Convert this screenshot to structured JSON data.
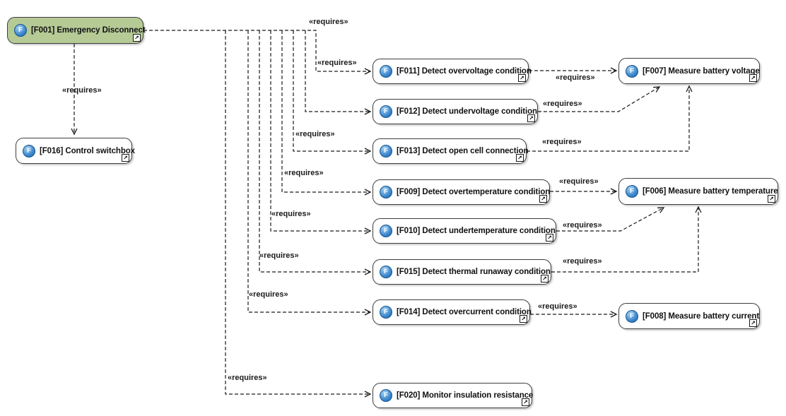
{
  "colors": {
    "canvas": "#ffffff",
    "node_fill": "#ffffff",
    "root_node_fill": "#b6ca96",
    "node_border": "#3d3d3d",
    "function_icon_blue": "#2f77c2",
    "wire": "#1a1a1a"
  },
  "icons": {
    "function_badge": "F",
    "navigate": "↗"
  },
  "nodes": {
    "F001": "[F001] Emergency Disconnect",
    "F016": "[F016] Control switchbox",
    "F011": "[F011] Detect overvoltage condition",
    "F012": "[F012] Detect undervoltage condition",
    "F013": "[F013] Detect open cell connection",
    "F009": "[F009] Detect overtemperature condition",
    "F010": "[F010] Detect undertemperature condition",
    "F015": "[F015] Detect thermal runaway condition",
    "F014": "[F014] Detect overcurrent condition",
    "F020": "[F020] Monitor insulation resistance",
    "F007": "[F007] Measure battery voltage",
    "F006": "[F006] Measure battery temperature",
    "F008": "[F008] Measure battery current"
  },
  "edges": [
    {
      "from": "F001",
      "to": "F016",
      "label": "«requires»"
    },
    {
      "from": "F001",
      "to": "F011",
      "label": "«requires»"
    },
    {
      "from": "F001",
      "to": "F012",
      "label": "«requires»"
    },
    {
      "from": "F001",
      "to": "F013",
      "label": "«requires»"
    },
    {
      "from": "F001",
      "to": "F009",
      "label": "«requires»"
    },
    {
      "from": "F001",
      "to": "F010",
      "label": "«requires»"
    },
    {
      "from": "F001",
      "to": "F015",
      "label": "«requires»"
    },
    {
      "from": "F001",
      "to": "F014",
      "label": "«requires»"
    },
    {
      "from": "F001",
      "to": "F020",
      "label": "«requires»"
    },
    {
      "from": "F011",
      "to": "F007",
      "label": "«requires»"
    },
    {
      "from": "F012",
      "to": "F007",
      "label": "«requires»"
    },
    {
      "from": "F013",
      "to": "F007",
      "label": "«requires»"
    },
    {
      "from": "F009",
      "to": "F006",
      "label": "«requires»"
    },
    {
      "from": "F010",
      "to": "F006",
      "label": "«requires»"
    },
    {
      "from": "F015",
      "to": "F006",
      "label": "«requires»"
    },
    {
      "from": "F014",
      "to": "F008",
      "label": "«requires»"
    }
  ]
}
